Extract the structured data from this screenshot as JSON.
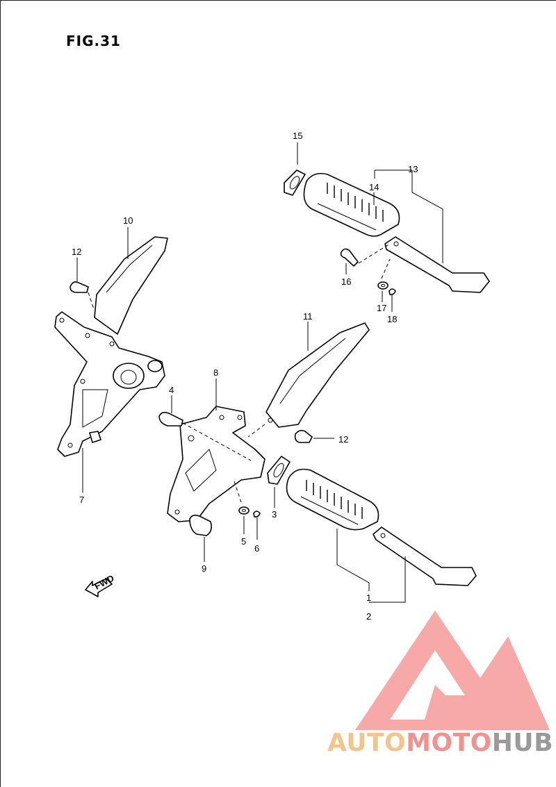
{
  "figure": {
    "title": "FIG.31"
  },
  "fwd_label": "FWD",
  "callouts": [
    {
      "id": "c15",
      "text": "15"
    },
    {
      "id": "c13",
      "text": "13"
    },
    {
      "id": "c14",
      "text": "14"
    },
    {
      "id": "c16",
      "text": "16"
    },
    {
      "id": "c17",
      "text": "17"
    },
    {
      "id": "c18",
      "text": "18"
    },
    {
      "id": "c10",
      "text": "10"
    },
    {
      "id": "c12a",
      "text": "12"
    },
    {
      "id": "c11",
      "text": "11"
    },
    {
      "id": "c8",
      "text": "8"
    },
    {
      "id": "c4",
      "text": "4"
    },
    {
      "id": "c12b",
      "text": "12"
    },
    {
      "id": "c7",
      "text": "7"
    },
    {
      "id": "c3",
      "text": "3"
    },
    {
      "id": "c5",
      "text": "5"
    },
    {
      "id": "c6",
      "text": "6"
    },
    {
      "id": "c9",
      "text": "9"
    },
    {
      "id": "c1",
      "text": "1"
    },
    {
      "id": "c2",
      "text": "2"
    }
  ],
  "watermark": {
    "auto": "AUTO",
    "moto": "MOTO",
    "hub": "HUB",
    "colors": {
      "auto": "#f5c48a",
      "moto": "#f2928e",
      "hub": "#9a9a9a",
      "mark": "#f59a96"
    }
  }
}
